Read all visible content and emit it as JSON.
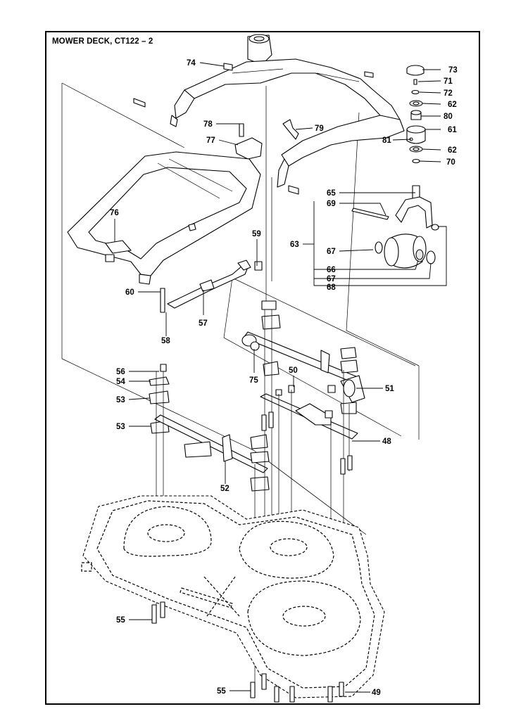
{
  "title": "MOWER DECK, CT122 – 2",
  "callouts": [
    {
      "id": "73",
      "text": "73"
    },
    {
      "id": "71",
      "text": "71"
    },
    {
      "id": "72",
      "text": "72"
    },
    {
      "id": "62a",
      "text": "62"
    },
    {
      "id": "80",
      "text": "80"
    },
    {
      "id": "61",
      "text": "61"
    },
    {
      "id": "81",
      "text": "81"
    },
    {
      "id": "62b",
      "text": "62"
    },
    {
      "id": "70",
      "text": "70"
    },
    {
      "id": "74",
      "text": "74"
    },
    {
      "id": "78",
      "text": "78"
    },
    {
      "id": "77",
      "text": "77"
    },
    {
      "id": "79",
      "text": "79"
    },
    {
      "id": "65",
      "text": "65"
    },
    {
      "id": "69",
      "text": "69"
    },
    {
      "id": "76",
      "text": "76"
    },
    {
      "id": "59",
      "text": "59"
    },
    {
      "id": "63",
      "text": "63"
    },
    {
      "id": "67",
      "text": "67"
    },
    {
      "id": "66",
      "text": "66"
    },
    {
      "id": "67b",
      "text": "67"
    },
    {
      "id": "68",
      "text": "68"
    },
    {
      "id": "60",
      "text": "60"
    },
    {
      "id": "57",
      "text": "57"
    },
    {
      "id": "58",
      "text": "58"
    },
    {
      "id": "75",
      "text": "75"
    },
    {
      "id": "56",
      "text": "56"
    },
    {
      "id": "50",
      "text": "50"
    },
    {
      "id": "54",
      "text": "54"
    },
    {
      "id": "51",
      "text": "51"
    },
    {
      "id": "53a",
      "text": "53"
    },
    {
      "id": "53b",
      "text": "53"
    },
    {
      "id": "48",
      "text": "48"
    },
    {
      "id": "52",
      "text": "52"
    },
    {
      "id": "55a",
      "text": "55"
    },
    {
      "id": "55b",
      "text": "55"
    },
    {
      "id": "49",
      "text": "49"
    }
  ]
}
